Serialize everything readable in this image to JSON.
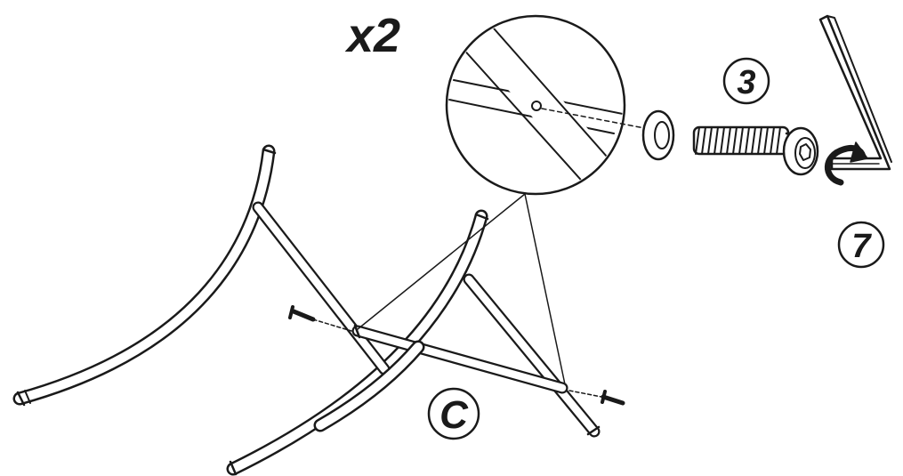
{
  "diagram": {
    "quantity_label": "x2",
    "part_labels": {
      "washer_bolt_part": "3",
      "hex_key_part": "7",
      "frame_part": "C"
    },
    "ink_color": "#1a1a1a",
    "paper_color": "#ffffff",
    "icons": [
      "detail-magnifier-icon",
      "washer-icon",
      "bolt-icon",
      "hex-key-icon",
      "rotate-arrow-icon",
      "screw-icon"
    ]
  }
}
